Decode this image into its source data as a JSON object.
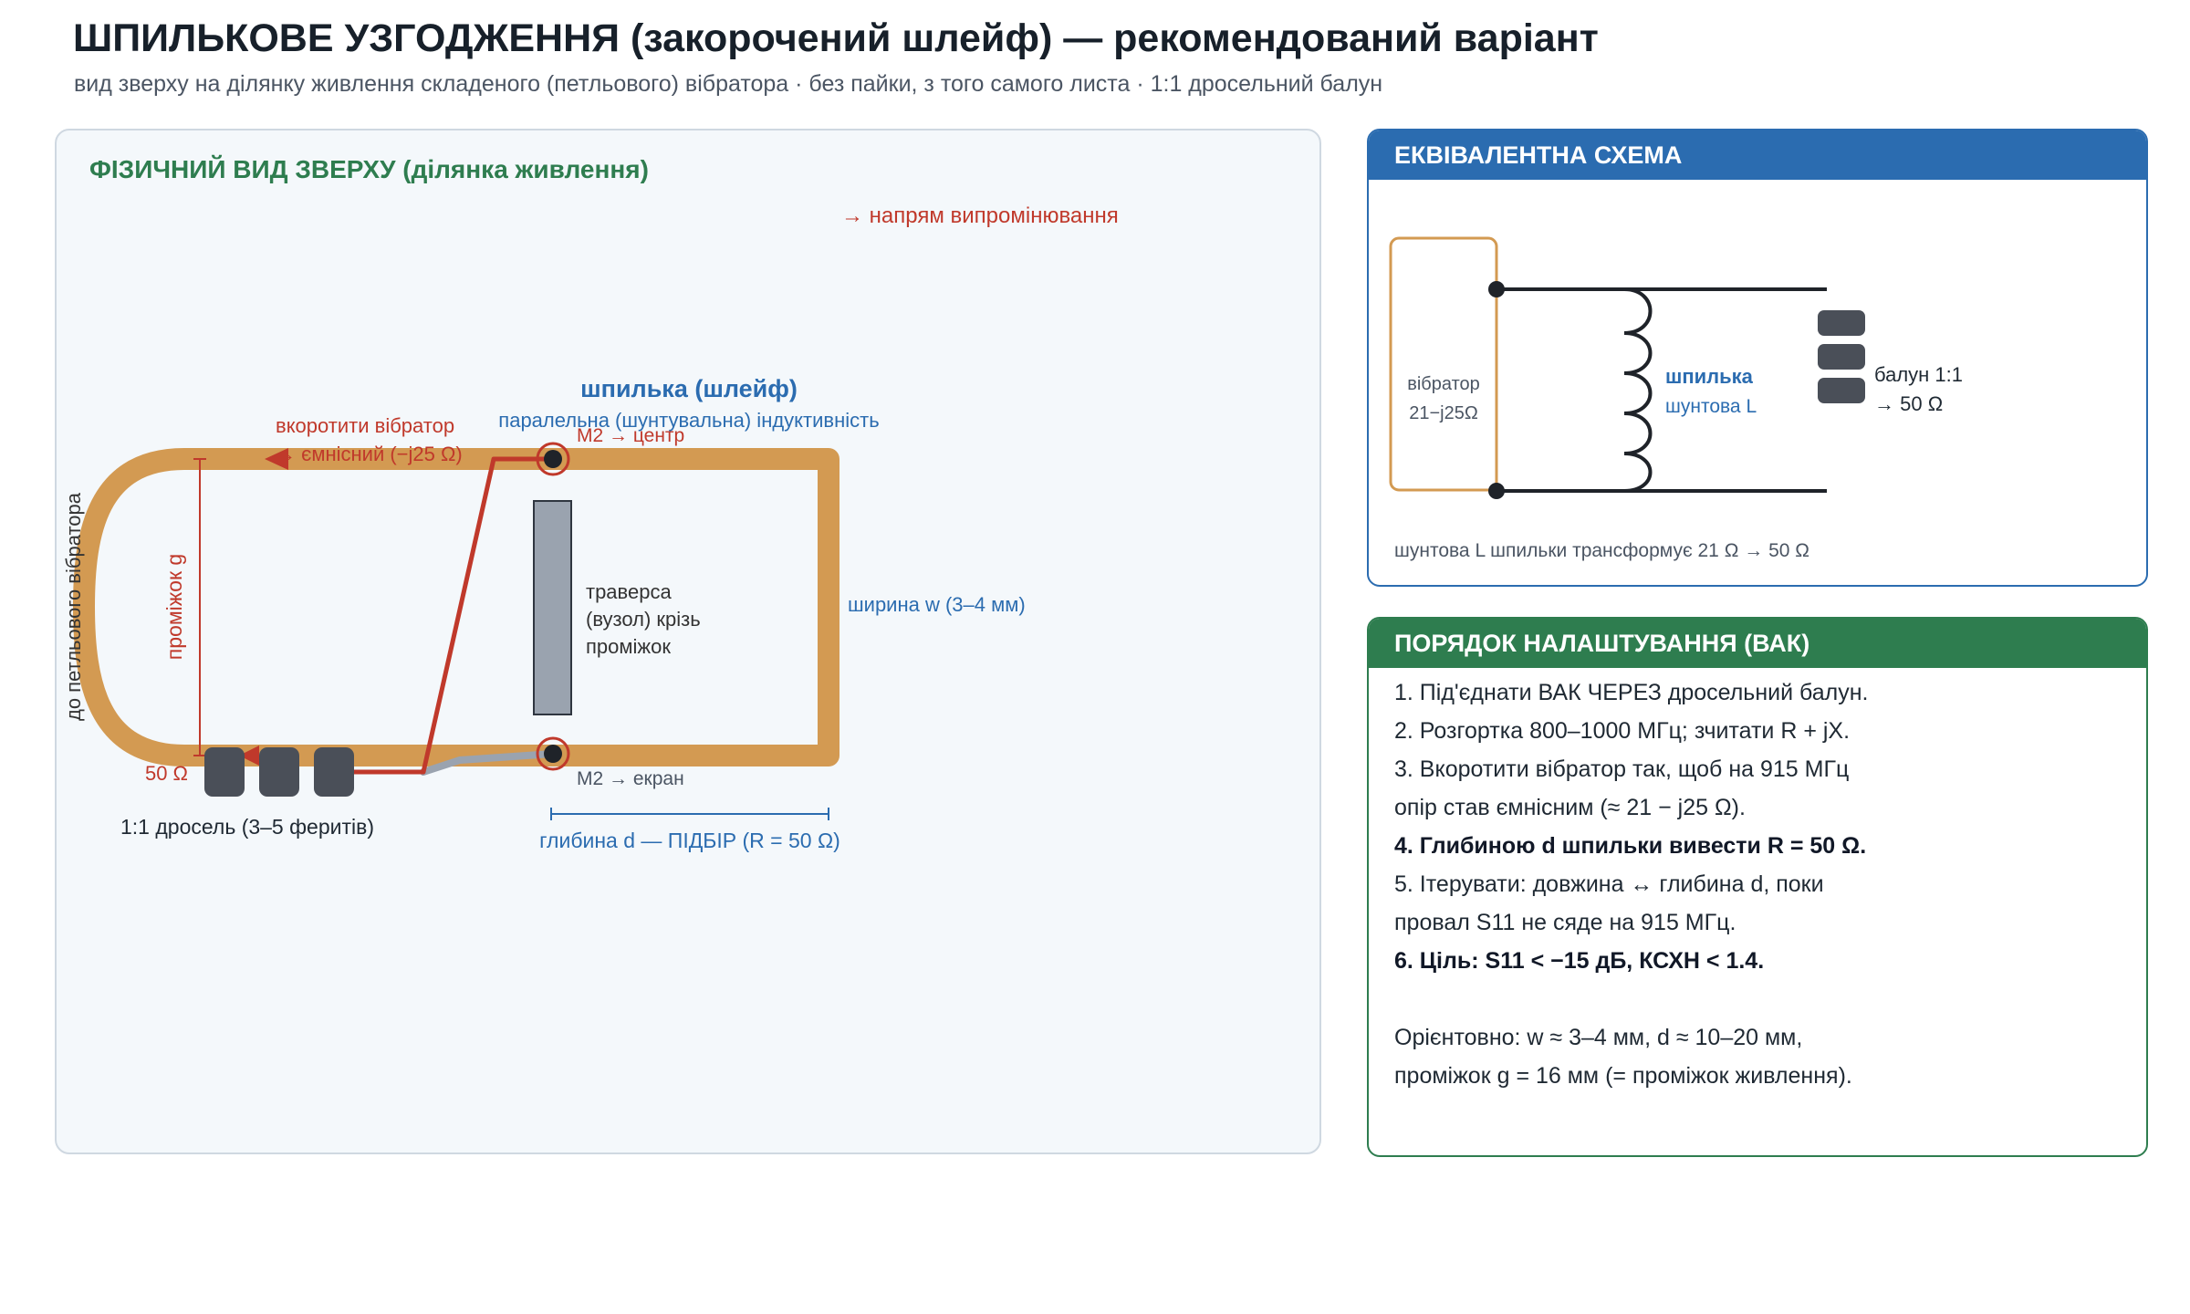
{
  "header": {
    "title": "ШПИЛЬКОВЕ УЗГОДЖЕННЯ (закорочений шлейф) — рекомендований варіант",
    "subtitle": "вид зверху на ділянку живлення складеного (петльового) вібратора · без пайки, з того самого листа · 1:1 дросельний балун"
  },
  "physical": {
    "title": "ФІЗИЧНИЙ ВИД ЗВЕРХУ (ділянка живлення)",
    "radiation_dir": "→ напрям випромінювання",
    "side_label": "до петльового вібратора",
    "gap_label": "проміжок g",
    "hairpin_title": "шпилька (шлейф)",
    "hairpin_subtitle": "паралельна (шунтувальна) індуктивність",
    "rotate_line1": "вкоротити вібратор",
    "rotate_line2": "→ ємнісний (−j25 Ω)",
    "m2_center": "M2 → центр",
    "m2_shield": "M2 → екран",
    "traverse_line1": "траверса",
    "traverse_line2": "(вузол) крізь",
    "traverse_line3": "проміжок",
    "width_label": "ширина w (3–4 мм)",
    "ohm_label": "50 Ω",
    "choke_label": "1:1 дросель (3–5 феритів)",
    "depth_label": "глибина d — ПІДБІР (R = 50 Ω)"
  },
  "equivalent": {
    "title": "ЕКВІВАЛЕНТНА СХЕМА",
    "vibrator_line1": "вібратор",
    "vibrator_line2": "21−j25Ω",
    "hairpin_line1": "шпилька",
    "hairpin_line2": "шунтова L",
    "balun_line1": "балун 1:1",
    "balun_line2": "→ 50 Ω",
    "note": "шунтова L шпильки трансформує 21 Ω → 50 Ω"
  },
  "procedure": {
    "title": "ПОРЯДОК НАЛАШТУВАННЯ (ВАК)",
    "steps": [
      "1. Під'єднати ВАК ЧЕРЕЗ дросельний балун.",
      "2. Розгортка 800–1000 МГц; зчитати R + jX.",
      "3. Вкоротити вібратор так, щоб на 915 МГц",
      "опір став ємнісним (≈ 21 − j25 Ω).",
      "4. Глибиною d шпильки вивести R = 50 Ω.",
      "5. Ітерувати: довжина ↔ глибина d, поки",
      "провал S11 не сяде на 915 МГц.",
      "6. Ціль: S11 < −15 дБ, КСХН < 1.4."
    ],
    "note_line1": "Орієнтовно: w ≈ 3–4 мм, d ≈ 10–20 мм,",
    "note_line2": "проміжок g = 16 мм (= проміжок живлення)."
  },
  "colors": {
    "copper": "#d39a52",
    "coax_red": "#c0392b",
    "blue": "#2b6cb0",
    "green": "#2e7d4f",
    "ferrite": "#4a4f58",
    "traverse": "#9aa3af"
  }
}
